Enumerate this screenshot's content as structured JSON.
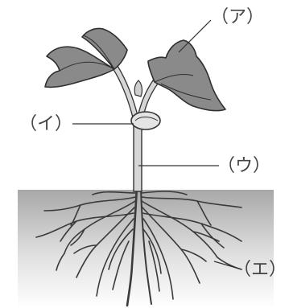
{
  "diagram": {
    "labels": {
      "a": "（ア）",
      "i": "（イ）",
      "u": "（ウ）",
      "e": "（エ）"
    },
    "colors": {
      "leaf_fill": "#8a8a8a",
      "leaf_stroke": "#2f2f2f",
      "stem": "#c9c9c9",
      "outline": "#333333",
      "soil_top": "#a8a8a8",
      "soil_bottom": "#ffffff",
      "root": "#3a3a3a"
    }
  }
}
